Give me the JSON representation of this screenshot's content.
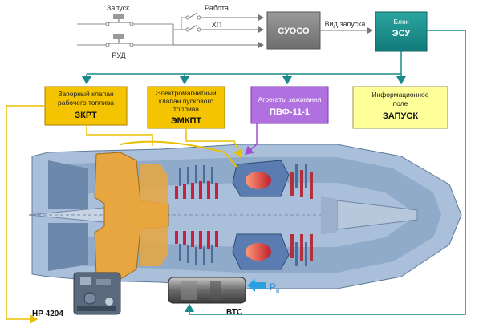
{
  "switches": {
    "start_label": "Запуск",
    "rud_label": "РУД",
    "work_label": "Работа",
    "hp_label": "ХП"
  },
  "suoso": {
    "label": "СУОСО"
  },
  "start_type_label": "Вид запуска",
  "esu": {
    "line1": "Блок",
    "line2": "ЭСУ"
  },
  "zkrt": {
    "line1": "Запорный клапан",
    "line2": "рабочего топлива",
    "name": "ЗКРТ"
  },
  "emkpt": {
    "line1": "Электромагнитный",
    "line2": "клапан пускового",
    "line3": "топлива",
    "name": "ЭМКПТ"
  },
  "pvf": {
    "line1": "Агрегаты зажигания",
    "name": "ПВФ-11-1"
  },
  "info": {
    "line1": "Информационное",
    "line2": "поле",
    "name": "ЗАПУСК"
  },
  "hp4204": "НР 4204",
  "vts": "ВТС",
  "pv": {
    "main": "P",
    "sub": "в"
  },
  "colors": {
    "teal": "#1a8a8a",
    "yellow_box": "#f5c400",
    "purple_box": "#b070e0",
    "pale_yellow": "#ffff9a",
    "gray_box": "#888888",
    "orange_part": "#e8a640",
    "engine_blue": "#9fb6d2"
  }
}
